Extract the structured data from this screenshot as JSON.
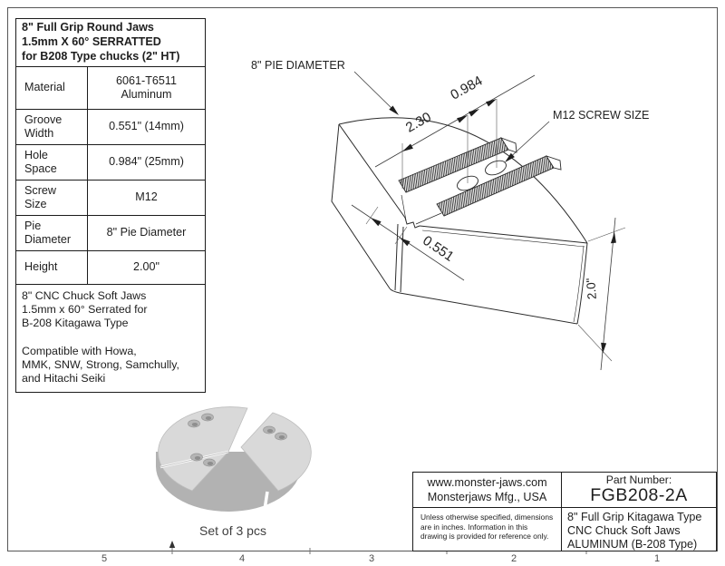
{
  "colors": {
    "line": "#2b2b2b",
    "frame": "#565656",
    "pie_top": "#d9d9d9",
    "pie_side": "#b2b2b2"
  },
  "spec_table": {
    "header": "8\" Full Grip Round Jaws\n1.5mm X 60° SERRATTED\nfor B208 Type chucks (2\" HT)",
    "rows": [
      {
        "label": "Material",
        "value": "6061-T6511\nAluminum"
      },
      {
        "label": "Groove\nWidth",
        "value": "0.551\" (14mm)"
      },
      {
        "label": "Hole\nSpace",
        "value": "0.984\" (25mm)"
      },
      {
        "label": "Screw\nSize",
        "value": "M12"
      },
      {
        "label": "Pie\nDiameter",
        "value": "8\" Pie Diameter"
      },
      {
        "label": "Height",
        "value": "2.00\""
      }
    ],
    "notes": "8\" CNC Chuck Soft Jaws\n1.5mm x 60° Serrated for\nB-208 Kitagawa Type\n\nCompatible with Howa,\nMMK, SNW, Strong, Samchully,\nand Hitachi Seiki"
  },
  "drawing": {
    "labels": {
      "pie_diameter": "8\" PIE DIAMETER",
      "screw_size": "M12 SCREW SIZE"
    },
    "dimensions": {
      "serration_length": "2.30",
      "hole_space": "0.984",
      "groove_width": "0.551",
      "height": "2.0\""
    }
  },
  "set_illustration": {
    "caption": "Set of 3 pcs"
  },
  "title_block": {
    "website": "www.monster-jaws.com",
    "manufacturer": "Monsterjaws Mfg., USA",
    "part_number_label": "Part Number:",
    "part_number": "FGB208-2A",
    "disclaimer": "Unless otherwise specified, dimensions\nare in inches.  Information in this\ndrawing is provided for reference only.",
    "description": "8\" Full Grip Kitagawa Type\nCNC Chuck Soft Jaws\nALUMINUM (B-208 Type)"
  },
  "border_ruler": {
    "numbers": [
      "5",
      "4",
      "3",
      "2",
      "1"
    ]
  }
}
